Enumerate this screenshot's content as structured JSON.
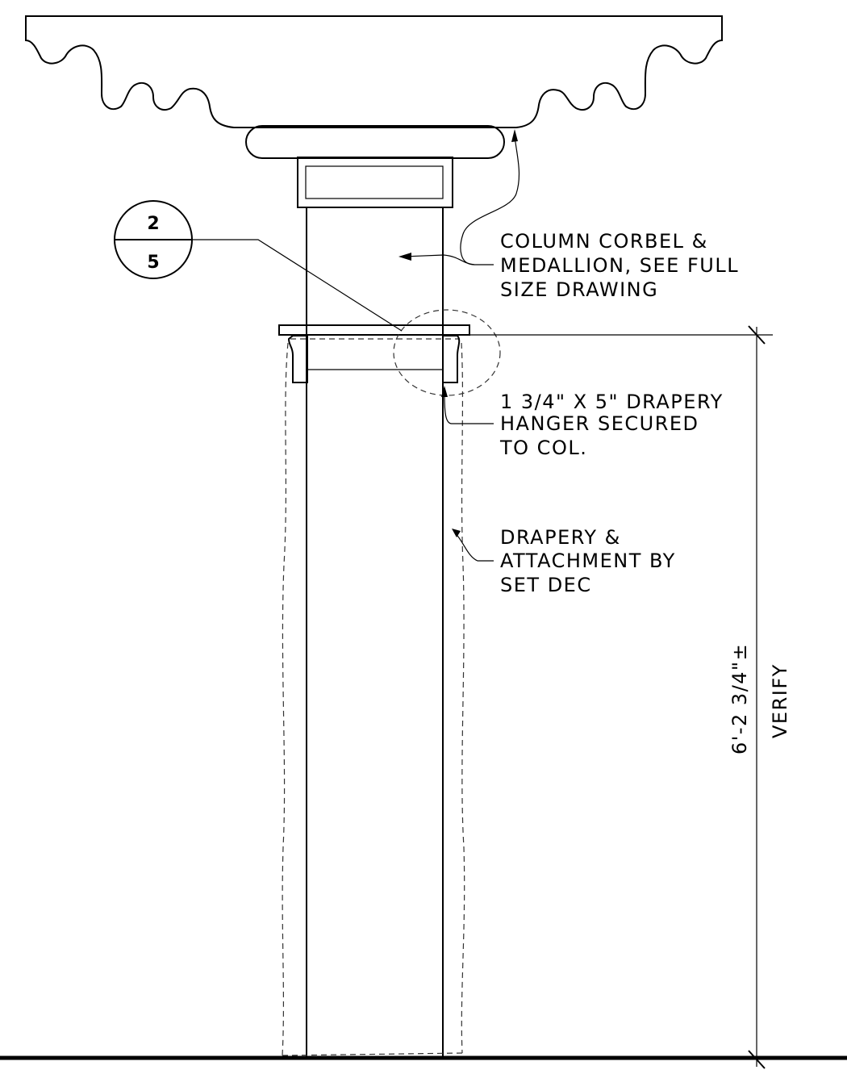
{
  "section_tag": {
    "top": "2",
    "bottom": "5"
  },
  "notes": {
    "corbel": [
      "COLUMN CORBEL &",
      "MEDALLION, SEE FULL",
      "SIZE DRAWING"
    ],
    "hanger": [
      "1 3/4\" X 5\" DRAPERY",
      "HANGER SECURED",
      "TO COL."
    ],
    "drapery": [
      "DRAPERY &",
      "ATTACHMENT BY",
      "SET DEC"
    ]
  },
  "dimension": {
    "value": "6'-2 3/4\"±",
    "note": "VERIFY"
  }
}
